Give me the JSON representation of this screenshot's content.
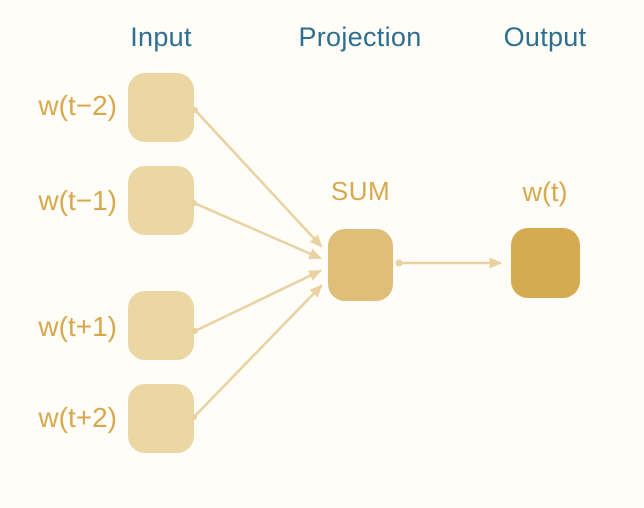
{
  "headers": {
    "input": "Input",
    "projection": "Projection",
    "output": "Output"
  },
  "input_nodes": [
    {
      "label": "w(t−2)"
    },
    {
      "label": "w(t−1)"
    },
    {
      "label": "w(t+1)"
    },
    {
      "label": "w(t+2)"
    }
  ],
  "projection_node": {
    "label": "SUM"
  },
  "output_node": {
    "label": "w(t)"
  },
  "colors": {
    "background": "#fffdf8",
    "header_text": "#2e6f8f",
    "node_label": "#d8a84c",
    "input_box": "#ebd7a4",
    "sum_box": "#debe78",
    "output_box": "#d5ab51",
    "arrow": "#e9d1a0"
  }
}
